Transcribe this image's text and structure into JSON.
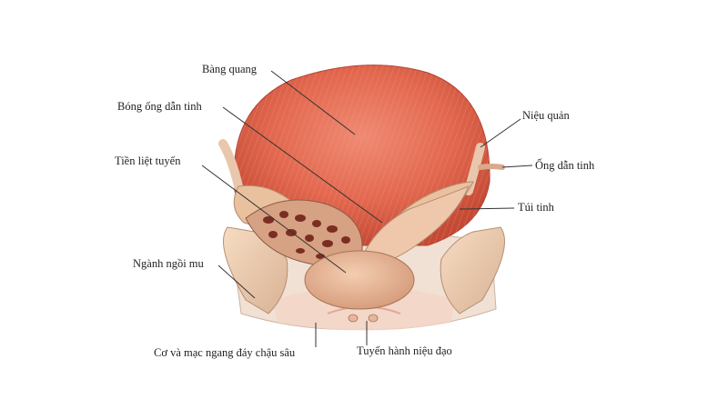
{
  "figure": {
    "labels": {
      "bladder": "Bàng quang",
      "ampulla": "Bóng ống dẫn tinh",
      "prostate": "Tiền liệt tuyến",
      "pubic_ramus": "Ngành ngồi mu",
      "deep_perineal": "Cơ và mạc ngang đáy chậu sâu",
      "ureter": "Niệu quản",
      "vas_deferens": "Ống dẫn tinh",
      "seminal_vesicle": "Túi tinh",
      "bulbourethral": "Tuyến hành niệu đạo"
    }
  }
}
